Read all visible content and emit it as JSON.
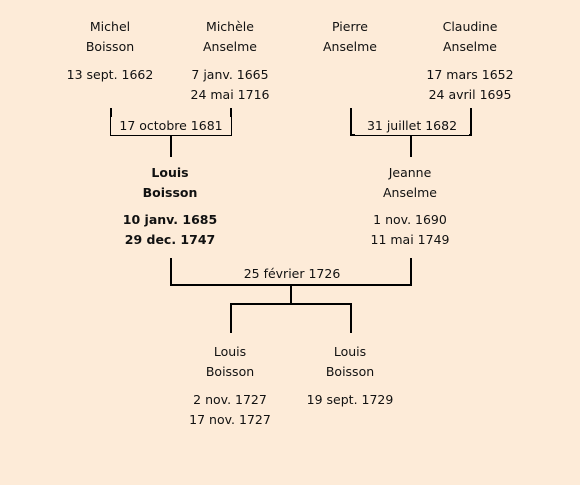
{
  "generation1": [
    {
      "first": "Michel",
      "last": "Boisson",
      "birth": "13 sept. 1662",
      "death": ""
    },
    {
      "first": "Michèle",
      "last": "Anselme",
      "birth": "7 janv. 1665",
      "death": "24 mai 1716"
    },
    {
      "first": "Pierre",
      "last": "Anselme",
      "birth": "",
      "death": ""
    },
    {
      "first": "Claudine",
      "last": "Anselme",
      "birth": "17 mars 1652",
      "death": "24 avril 1695"
    }
  ],
  "marriages_gen1": [
    "17 octobre 1681",
    "31 juillet 1682"
  ],
  "generation2": [
    {
      "first": "Louis",
      "last": "Boisson",
      "birth": "10 janv. 1685",
      "death": "29 dec. 1747",
      "highlight": true
    },
    {
      "first": "Jeanne",
      "last": "Anselme",
      "birth": "1 nov. 1690",
      "death": "11 mai 1749",
      "highlight": false
    }
  ],
  "marriage_gen2": "25 février 1726",
  "generation3": [
    {
      "first": "Louis",
      "last": "Boisson",
      "birth": "2 nov. 1727",
      "death": "17 nov. 1727"
    },
    {
      "first": "Louis",
      "last": "Boisson",
      "birth": "19 sept. 1729",
      "death": ""
    }
  ]
}
